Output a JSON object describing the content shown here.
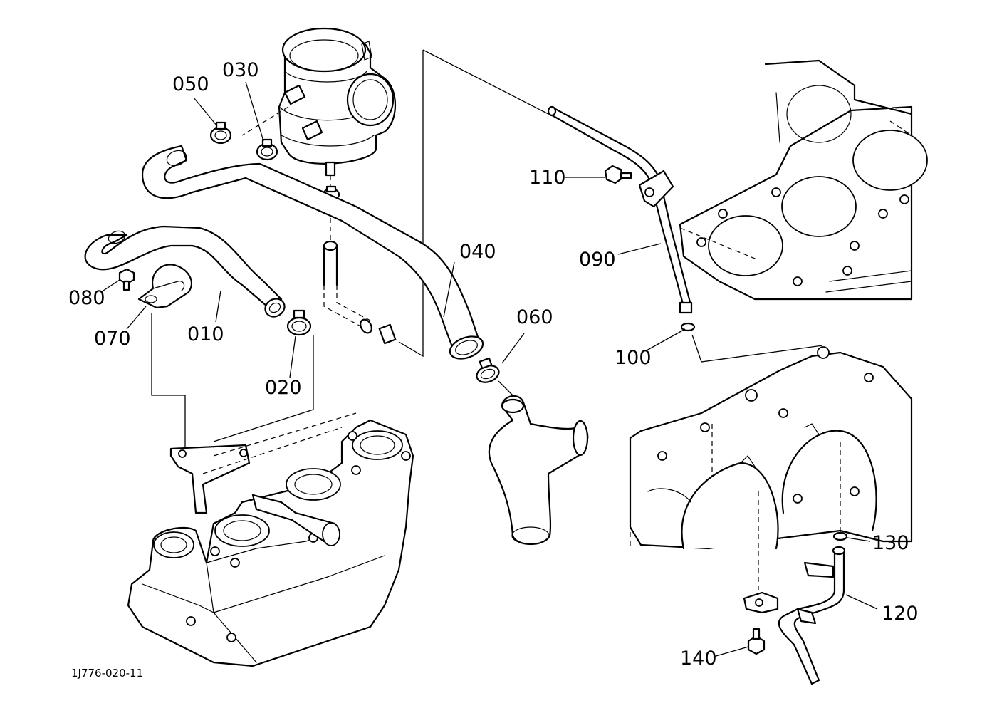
{
  "diagram": {
    "drawing_code": "1J776-020-11",
    "callouts": [
      {
        "id": "010",
        "text": "010"
      },
      {
        "id": "020",
        "text": "020"
      },
      {
        "id": "030",
        "text": "030"
      },
      {
        "id": "040",
        "text": "040"
      },
      {
        "id": "050",
        "text": "050"
      },
      {
        "id": "060",
        "text": "060"
      },
      {
        "id": "070",
        "text": "070"
      },
      {
        "id": "080",
        "text": "080"
      },
      {
        "id": "090",
        "text": "090"
      },
      {
        "id": "100",
        "text": "100"
      },
      {
        "id": "110",
        "text": "110"
      },
      {
        "id": "120",
        "text": "120"
      },
      {
        "id": "130",
        "text": "130"
      },
      {
        "id": "140",
        "text": "140"
      }
    ]
  }
}
